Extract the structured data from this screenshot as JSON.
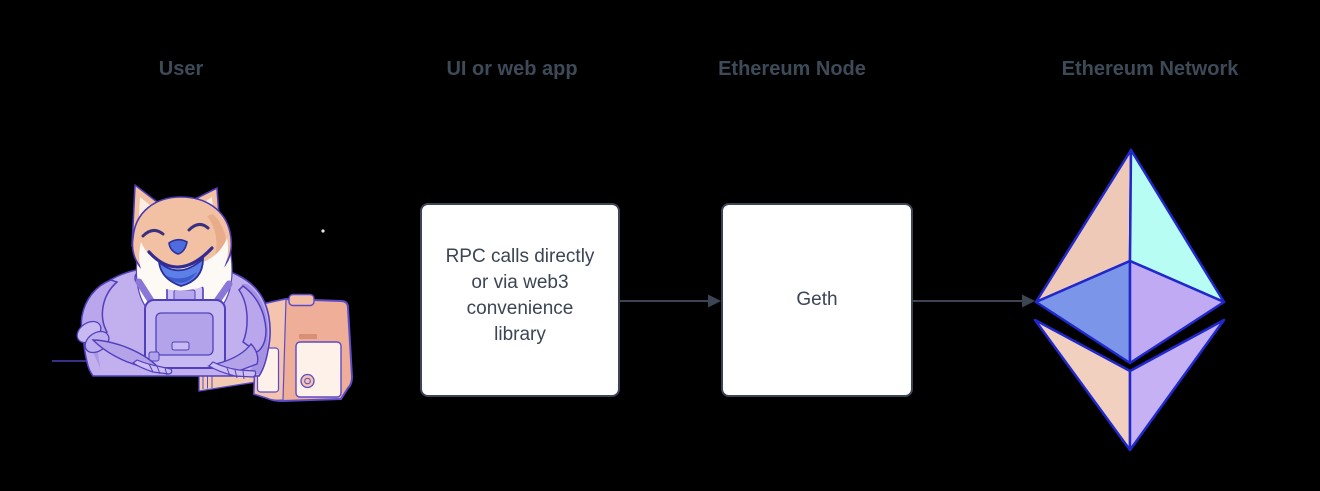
{
  "diagram": {
    "columns": [
      {
        "label": "User"
      },
      {
        "label": "UI or web app"
      },
      {
        "label": "Ethereum Node"
      },
      {
        "label": "Ethereum Network"
      }
    ],
    "app_box": {
      "lines": [
        "RPC calls directly",
        "or via web3",
        "convenience",
        "library"
      ],
      "text": "RPC calls directly or via web3 convenience library"
    },
    "node_box": {
      "label": "Geth"
    },
    "icons": {
      "user": "doge-astronaut-at-computer-illustration",
      "network": "ethereum-diamond-logo"
    },
    "connections": [
      {
        "from": "UI or web app",
        "to": "Ethereum Node"
      },
      {
        "from": "Ethereum Node",
        "to": "Ethereum Network"
      }
    ],
    "palette": {
      "background": "#000000",
      "heading_text": "#3d4a57",
      "box_border": "#3b4554",
      "box_background": "#ffffff",
      "box_text": "#3b4554",
      "arrow": "#3b4554",
      "eth_outline": "#2028cc",
      "eth_face_top_left": "#eec9b8",
      "eth_face_top_right": "#b7fdf3",
      "eth_face_mid_left": "#7b96e8",
      "eth_face_mid_right": "#c0aaf3",
      "eth_face_bottom_left": "#f2d0c0",
      "eth_face_bottom_right": "#c5b1f4",
      "doge_fur": "#f2c1a3",
      "doge_suit": "#c2b0ee",
      "doge_tongue": "#5c80e8",
      "computer_body": "#eeae97"
    }
  }
}
